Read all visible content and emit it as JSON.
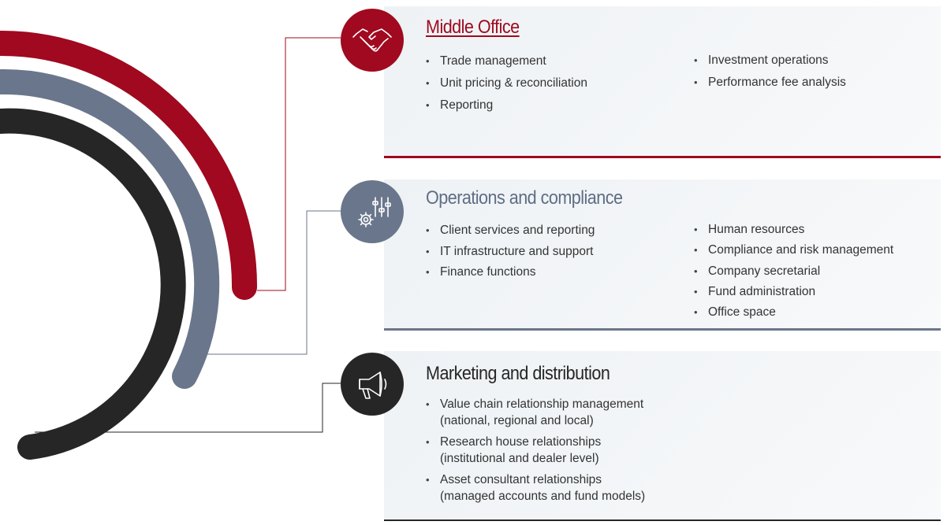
{
  "colors": {
    "middle_office": "#9e0a1f",
    "operations": "#6a768b",
    "marketing": "#262626",
    "connector_middle_office": "#9e0a1f",
    "connector_operations": "#6a768b",
    "connector_marketing": "#262626"
  },
  "sections": [
    {
      "title": "Middle Office",
      "icon": "handshake-icon",
      "col1": [
        "Trade management",
        "Unit pricing & reconciliation",
        "Reporting"
      ],
      "col2": [
        "Investment operations",
        "Performance fee analysis"
      ]
    },
    {
      "title": "Operations and compliance",
      "icon": "gear-sliders-icon",
      "col1": [
        "Client services and reporting",
        "IT infrastructure and support",
        "Finance functions"
      ],
      "col2": [
        "Human resources",
        "Compliance and risk management",
        "Company secretarial",
        "Fund administration",
        "Office space"
      ]
    },
    {
      "title": "Marketing and distribution",
      "icon": "megaphone-icon",
      "col1": [
        [
          "Value chain relationship management",
          "(national, regional and local)"
        ],
        [
          "Research house relationships",
          "(institutional and dealer level)"
        ],
        [
          "Asset consultant relationships",
          "(managed accounts and fund models)"
        ]
      ]
    }
  ]
}
